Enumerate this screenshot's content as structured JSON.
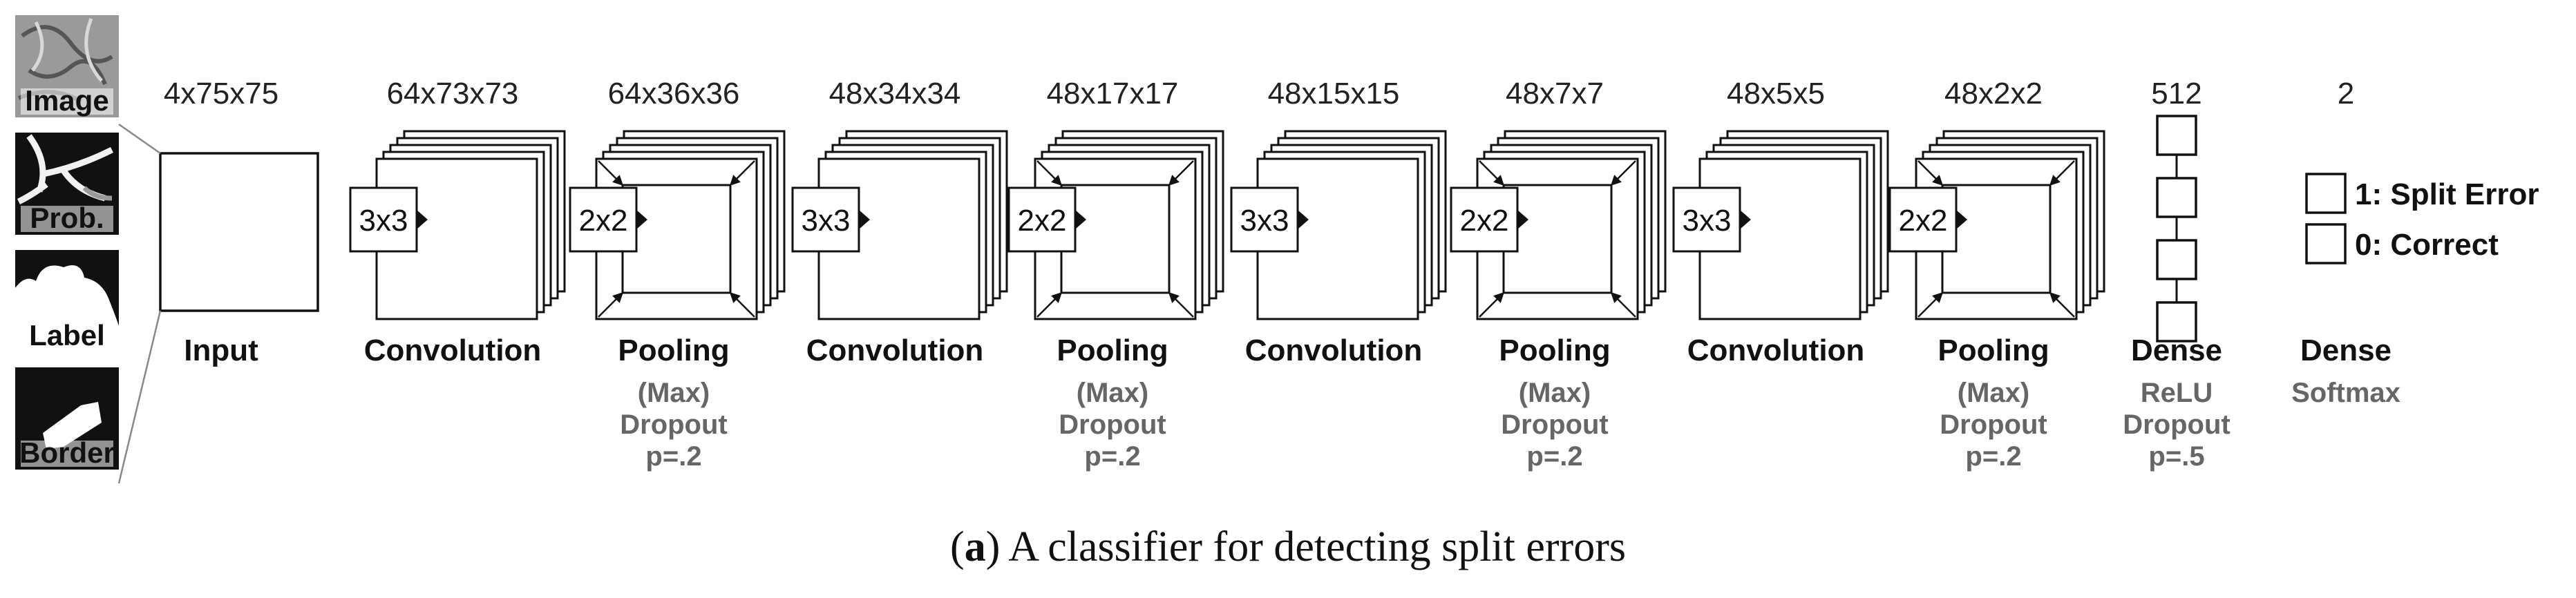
{
  "inputs": [
    {
      "label": "Image",
      "style": "gray"
    },
    {
      "label": "Prob.",
      "style": "prob"
    },
    {
      "label": "Label",
      "style": "label"
    },
    {
      "label": "Border",
      "style": "border"
    }
  ],
  "layers": [
    {
      "kind": "input",
      "dims": "4x75x75",
      "name": "Input",
      "details": []
    },
    {
      "kind": "conv",
      "dims": "64x73x73",
      "name": "Convolution",
      "kernel": "3x3",
      "details": []
    },
    {
      "kind": "pool",
      "dims": "64x36x36",
      "name": "Pooling",
      "kernel": "2x2",
      "details": [
        "(Max)",
        "Dropout",
        "p=.2"
      ]
    },
    {
      "kind": "conv",
      "dims": "48x34x34",
      "name": "Convolution",
      "kernel": "3x3",
      "details": []
    },
    {
      "kind": "pool",
      "dims": "48x17x17",
      "name": "Pooling",
      "kernel": "2x2",
      "details": [
        "(Max)",
        "Dropout",
        "p=.2"
      ]
    },
    {
      "kind": "conv",
      "dims": "48x15x15",
      "name": "Convolution",
      "kernel": "3x3",
      "details": []
    },
    {
      "kind": "pool",
      "dims": "48x7x7",
      "name": "Pooling",
      "kernel": "2x2",
      "details": [
        "(Max)",
        "Dropout",
        "p=.2"
      ]
    },
    {
      "kind": "conv",
      "dims": "48x5x5",
      "name": "Convolution",
      "kernel": "3x3",
      "details": []
    },
    {
      "kind": "pool",
      "dims": "48x2x2",
      "name": "Pooling",
      "kernel": "2x2",
      "details": [
        "(Max)",
        "Dropout",
        "p=.2"
      ]
    },
    {
      "kind": "dense",
      "dims": "512",
      "name": "Dense",
      "details": [
        "ReLU",
        "Dropout",
        "p=.5"
      ]
    },
    {
      "kind": "output",
      "dims": "2",
      "name": "Dense",
      "details": [
        "Softmax"
      ],
      "outputs": [
        "1: Split Error",
        "0: Correct"
      ]
    }
  ],
  "caption": {
    "prefix": "(",
    "letter": "a",
    "suffix": ") A classifier for detecting split errors"
  }
}
